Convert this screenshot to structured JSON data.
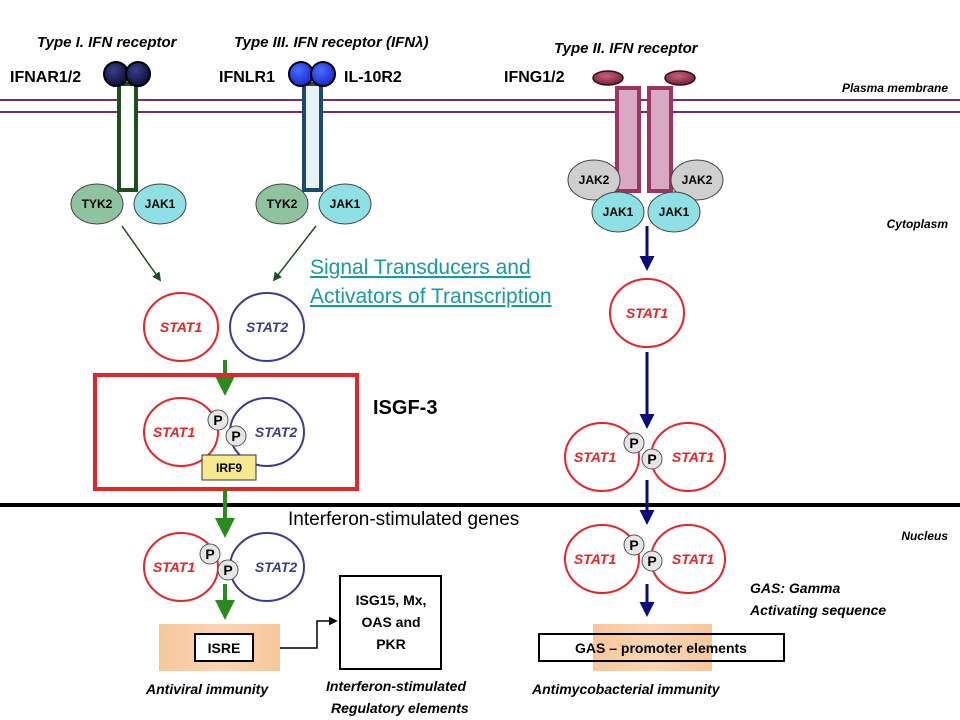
{
  "headers": {
    "type1": "Type I. IFN receptor",
    "type3": "Type III. IFN receptor (IFNλ)",
    "type2": "Type II. IFN receptor"
  },
  "receptors": {
    "ifnar": "IFNAR1/2",
    "ifnlr1": "IFNLR1",
    "il10r2": "IL-10R2",
    "ifng": "IFNG1/2"
  },
  "regions": {
    "plasma_membrane": "Plasma membrane",
    "cytoplasm": "Cytoplasm",
    "nucleus": "Nucleus"
  },
  "kinases": {
    "tyk2": "TYK2",
    "jak1": "JAK1",
    "jak2": "JAK2"
  },
  "stats": {
    "stat1": "STAT1",
    "stat2": "STAT2",
    "phospho": "P"
  },
  "complexes": {
    "isgf3": "ISGF-3",
    "irf9": "IRF9"
  },
  "link_text": {
    "line1": "Signal Transducers and ",
    "line2": "Activators of Transcription"
  },
  "isg_title": "Interferon-stimulated genes",
  "isre": "ISRE",
  "isg_box": {
    "line1": "ISG15, Mx,",
    "line2": "OAS and",
    "line3": "PKR"
  },
  "gas_box": "GAS – promoter elements",
  "gas_note": {
    "line1": "GAS: Gamma",
    "line2": "Activating sequence"
  },
  "footer": {
    "antiviral": "Antiviral immunity",
    "isr_line1": "Interferon-stimulated",
    "isr_line2": "Regulatory elements",
    "antimyco": "Antimycobacterial immunity"
  },
  "colors": {
    "stat1_red": "#e8232a",
    "stat2_blue": "#3b3b96",
    "green_arrow": "#2b8a1e",
    "navy_arrow": "#0b0b7a",
    "membrane": "#7a2a6a",
    "isgf3_box": "#e0262a"
  }
}
